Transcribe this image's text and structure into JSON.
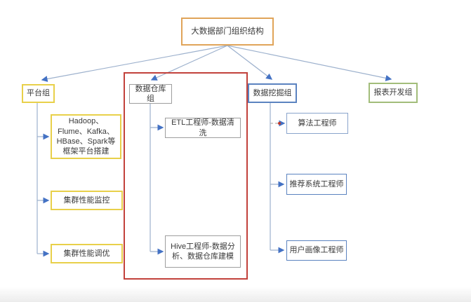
{
  "title": "大数据部门组织结构",
  "groups": [
    {
      "label": "平台组",
      "children": [
        "Hadoop、Flume、Kafka、HBase、Spark等框架平台搭建",
        "集群性能监控",
        "集群性能调优"
      ]
    },
    {
      "label": "数据仓库组",
      "children": [
        "ETL工程师-数据清洗",
        "Hive工程师-数据分析、数据仓库建模"
      ]
    },
    {
      "label": "数据挖掘组",
      "children": [
        "算法工程师",
        "推荐系统工程师",
        "用户画像工程师"
      ]
    },
    {
      "label": "报表开发组",
      "children": []
    }
  ],
  "colors": {
    "root_border": "#e0a459",
    "platform_border": "#e8d04a",
    "warehouse_border": "#9e9e9e",
    "mining_border": "#5b83c0",
    "report_border": "#a2bd7a",
    "highlight_frame": "#c2413b",
    "connector_line": "#9db1cd",
    "arrowhead": "#4472c4",
    "dashed_dot": "#c0392b"
  }
}
